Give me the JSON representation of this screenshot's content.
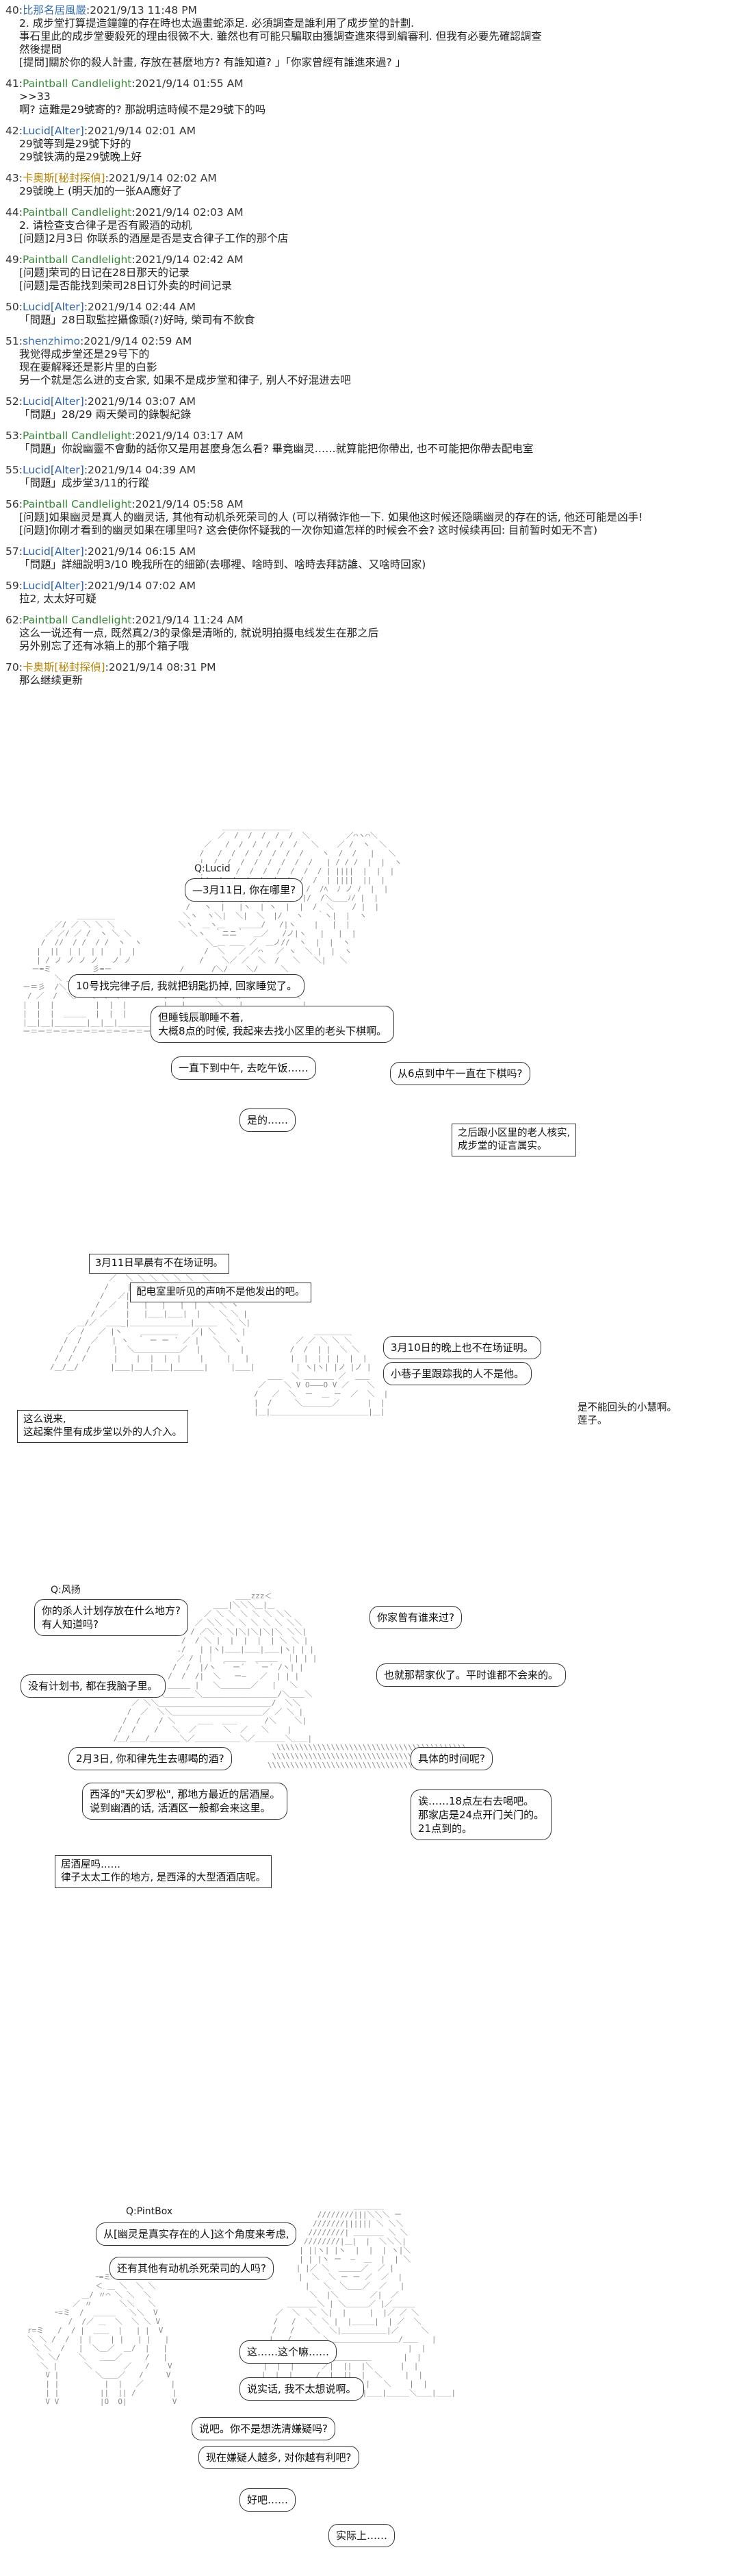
{
  "posts": [
    {
      "num": "40:",
      "name": "比那名居風嚴",
      "name_class": "nm-b",
      "date": ":2021/9/13 11:48 PM",
      "lines": [
        "2. 成步堂打算提造鐘鐘的存在時也太過畫蛇添足. 必須調查是誰利用了成步堂的計劃.",
        "事石里此的成步堂要殺死的理由很微不大. 雖然也有可能只騙取由獲調查進來得到編審利. 但我有必要先確認調查",
        "然後提問",
        "[提問]關於你的殺人計畫, 存放在甚麼地方? 有誰知道? 」「你家曾經有誰進來過? 」"
      ]
    },
    {
      "num": "41:",
      "name": "Paintball Candlelight",
      "name_class": "nm-g",
      "date": ":2021/9/14 01:55 AM",
      "lines": [
        ">>33",
        "啊? 這難是29號寄的? 那說明這時候不是29號下的吗"
      ]
    },
    {
      "num": "42:",
      "name": "Lucid",
      "tag": "[Alter]",
      "name_class": "nm-bl",
      "date": ":2021/9/14 02:01 AM",
      "lines": [
        "29號等到是29號下好的",
        "29號铁满的是29號晚上好"
      ]
    },
    {
      "num": "43:",
      "name": "卡奧斯",
      "tag": "[秘封探偵]",
      "name_class": "nm-o",
      "date": ":2021/9/14 02:02 AM",
      "lines": [
        "29號晚上 (明天加的一张AA應好了"
      ]
    },
    {
      "num": "44:",
      "name": "Paintball Candlelight",
      "name_class": "nm-g",
      "date": ":2021/9/14 02:03 AM",
      "lines": [
        "2. 请检查支合律子是否有殿酒的动机",
        "[问题]2月3日 你联系的酒屋是否是支合律子工作的那个店"
      ]
    },
    {
      "num": "49:",
      "name": "Paintball Candlelight",
      "name_class": "nm-g",
      "date": ":2021/9/14 02:42 AM",
      "lines": [
        "[问题]荣司的日记在28日那天的记录",
        "[问题]是否能找到荣司28日订外卖的时间记录"
      ]
    },
    {
      "num": "50:",
      "name": "Lucid",
      "tag": "[Alter]",
      "name_class": "nm-bl",
      "date": ":2021/9/14 02:44 AM",
      "lines": [
        "「問題」28日取監控攝像頭(?)好時, 榮司有不飲食"
      ]
    },
    {
      "num": "51:",
      "name": "shenzhimo",
      "name_class": "nm-b",
      "date": ":2021/9/14 02:59 AM",
      "lines": [
        "我觉得成步堂还是29号下的",
        "现在要解释还是影片里的白影",
        "另一个就是怎么进的支合家, 如果不是成步堂和律子, 别人不好混进去吧"
      ]
    },
    {
      "num": "52:",
      "name": "Lucid",
      "tag": "[Alter]",
      "name_class": "nm-bl",
      "date": ":2021/9/14 03:07 AM",
      "lines": [
        "「問題」28/29 兩天榮司的錄製紀錄"
      ]
    },
    {
      "num": "53:",
      "name": "Paintball Candlelight",
      "name_class": "nm-g",
      "date": ":2021/9/14 03:17 AM",
      "lines": [
        "「問題」你說幽靈不會動的話你又是用甚麼身怎么看? 畢竟幽灵……就算能把你帶出, 也不可能把你帶去配电室"
      ]
    },
    {
      "num": "55:",
      "name": "Lucid",
      "tag": "[Alter]",
      "name_class": "nm-bl",
      "date": ":2021/9/14 04:39 AM",
      "lines": [
        "「問題」成步堂3/11的行蹤"
      ]
    },
    {
      "num": "56:",
      "name": "Paintball Candlelight",
      "name_class": "nm-g",
      "date": ":2021/9/14 05:58 AM",
      "lines": [
        "[问题]如果幽灵是真人的幽灵话, 其他有动机杀死荣司的人 (可以稍微诈他一下. 如果他这时候还隐瞒幽灵的存在的话, 他还可能是凶手!",
        "[问题]你刚才看到的幽灵如果在哪里吗? 这会使你怀疑我的一次你知道怎样的时候会不会?  这时候续再回: 目前暂时如无不言)"
      ]
    },
    {
      "num": "57:",
      "name": "Lucid",
      "tag": "[Alter]",
      "name_class": "nm-bl",
      "date": ":2021/9/14 06:15 AM",
      "lines": [
        "「問題」詳細說明3/10 晚我所在的細節(去哪裡、啥時到、啥時去拜訪誰、又啥時回家)"
      ]
    },
    {
      "num": "59:",
      "name": "Lucid",
      "tag": "[Alter]",
      "name_class": "nm-bl",
      "date": ":2021/9/14 07:02 AM",
      "lines": [
        "拉2, 太太好可疑"
      ]
    },
    {
      "num": "62:",
      "name": "Paintball Candlelight",
      "name_class": "nm-g",
      "date": ":2021/9/14 11:24 AM",
      "lines": [
        "这么一说还有一点, 既然真2/3的录像是清晰的, 就说明拍摄电线发生在那之后",
        "另外别忘了还有冰箱上的那个箱子哦"
      ]
    },
    {
      "num": "70:",
      "name": "卡奥斯",
      "tag": "[秘封探偵]",
      "name_class": "nm-o",
      "date": ":2021/9/14 08:31 PM",
      "lines": [
        "那么继续更新"
      ]
    }
  ],
  "panel1": {
    "label": "Q:Lucid",
    "b1": "—3月11日, 你在哪里?",
    "b2": "10号找完律子后, 我就把钥匙扔掉, 回家睡觉了。",
    "b3a": "但睡钱辰聊睡不着,",
    "b3b": "大概8点的时候, 我起来去找小区里的老头下棋啊。",
    "b4": "一直下到中午, 去吃午饭……",
    "b5": "从6点到中午一直在下棋吗?",
    "b6": "是的……",
    "box": "之后跟小区里的老人核实,\n成步堂的证言属实。"
  },
  "panel2": {
    "box1": "3月11日早晨有不在场证明。",
    "box2": "配电室里听见的声响不是他发出的吧。",
    "b1": "3月10日的晚上也不在场证明。",
    "b2": "小巷子里跟踪我的人不是他。",
    "side": "是不能回头的小慧啊。\n莲子。",
    "box3": "这么说来,\n这起案件里有成步堂以外的人介入。"
  },
  "panel3": {
    "label": "Q:风扬",
    "b1": "你的杀人计划存放在什么地方?\n有人知道吗?",
    "b2": "你家曾有谁来过?",
    "b3": "没有计划书, 都在我脑子里。",
    "b4": "也就那帮家伙了。平时谁都不会来的。",
    "b5": "2月3日, 你和律先生去哪喝的酒?",
    "b6": "具体的时间呢?",
    "b7": "西泽的\"天幻罗松\", 那地方最近的居酒屋。\n说到幽酒的话, 活酒区一般都会来这里。",
    "b8": "诶……18点左右去喝吧。\n那家店是24点开门关门的。\n21点到的。",
    "box": "居酒屋吗……\n律子太太工作的地方, 是西泽的大型酒酒店呢。"
  },
  "panel4": {
    "label": "Q:PintBox",
    "b1": "从[幽灵是真实存在的人]这个角度来考虑,",
    "b2": "还有其他有动机杀死荣司的人吗?",
    "b3": "这……这个嘛……",
    "b4": "说实话, 我不太想说啊。",
    "b5": "说吧。你不是想洗清嫌疑吗?",
    "b6": "现在嫌疑人越多, 对你越有利吧?",
    "b7": "好吧……",
    "b8": "实际上……"
  }
}
